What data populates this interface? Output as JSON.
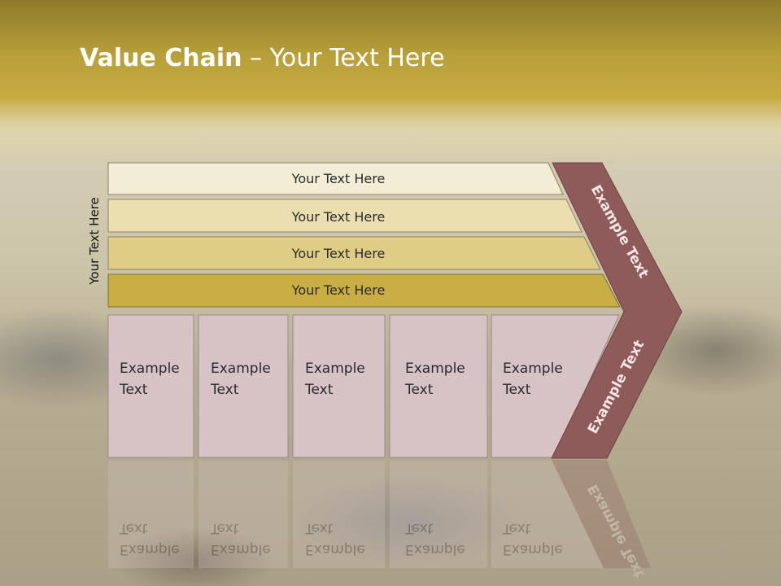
{
  "slide": {
    "title_bold": "Value Chain",
    "title_rest": " – Your Text Here",
    "side_label": "Your Text Here"
  },
  "bars": [
    {
      "label": "Your Text Here",
      "color": "#f3ecd6"
    },
    {
      "label": "Your Text Here",
      "color": "#ebdfb0"
    },
    {
      "label": "Your Text Here",
      "color": "#dfcd86"
    },
    {
      "label": "Your Text Here",
      "color": "#c9ad45"
    }
  ],
  "boxes": [
    {
      "line1": "Example",
      "line2": "Text"
    },
    {
      "line1": "Example",
      "line2": "Text"
    },
    {
      "line1": "Example",
      "line2": "Text"
    },
    {
      "line1": "Example",
      "line2": "Text"
    },
    {
      "line1": "Example",
      "line2": "Text"
    }
  ],
  "chevron": {
    "upper_label": "Example Text",
    "lower_label": "Example Text",
    "color": "#8e5a5a"
  },
  "colors": {
    "box_fill": "#d7c3c5",
    "title_band": "#b9a03a"
  }
}
